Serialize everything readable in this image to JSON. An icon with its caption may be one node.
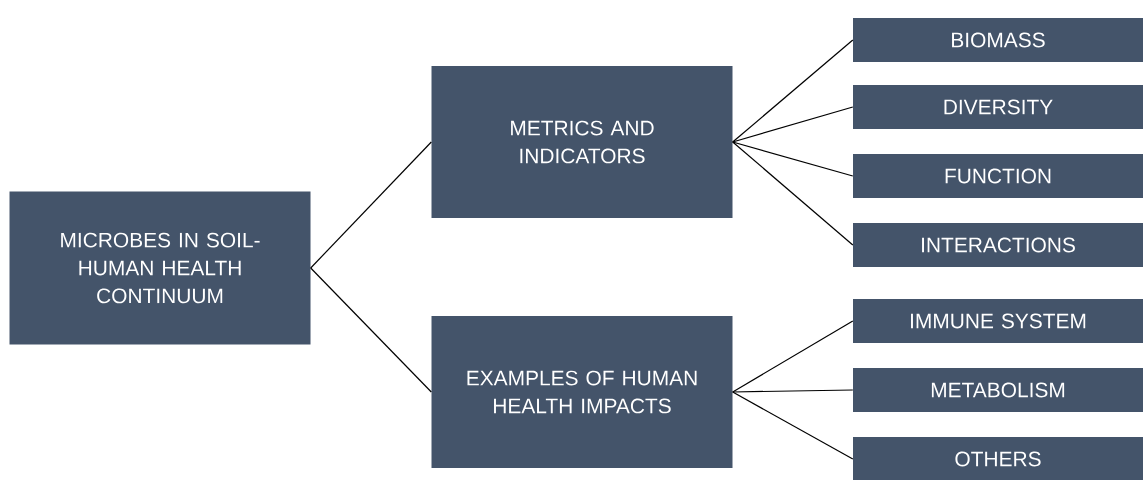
{
  "diagram": {
    "nodes": [
      {
        "text": [
          "MICROBES IN SOIL-HUMAN HEALTH CONTINUUM"
        ]
      },
      {
        "text": [
          "METRICS AND INDICATORS"
        ]
      },
      {
        "text": [
          "EXAMPLES OF HUMAN HEALTH IMPACTS"
        ]
      },
      {
        "text": [
          "BIOMASS"
        ]
      },
      {
        "text": [
          "DIVERSITY"
        ]
      },
      {
        "text": [
          "FUNCTION"
        ]
      },
      {
        "text": [
          "INTERACTIONS"
        ]
      },
      {
        "text": [
          "IMMUNE SYSTEM"
        ]
      },
      {
        "text": [
          "METABOLISM"
        ]
      },
      {
        "text": [
          "OTHERS"
        ]
      }
    ],
    "edges": [
      {
        "from": 0,
        "to": 1,
        "arrow": "none"
      },
      {
        "from": 0,
        "to": 2,
        "arrow": "none"
      },
      {
        "from": 1,
        "to": 3,
        "arrow": "none"
      },
      {
        "from": 1,
        "to": 4,
        "arrow": "none"
      },
      {
        "from": 1,
        "to": 5,
        "arrow": "none"
      },
      {
        "from": 1,
        "to": 6,
        "arrow": "none"
      },
      {
        "from": 2,
        "to": 7,
        "arrow": "none"
      },
      {
        "from": 2,
        "to": 8,
        "arrow": "none"
      },
      {
        "from": 2,
        "to": 9,
        "arrow": "none"
      }
    ]
  }
}
